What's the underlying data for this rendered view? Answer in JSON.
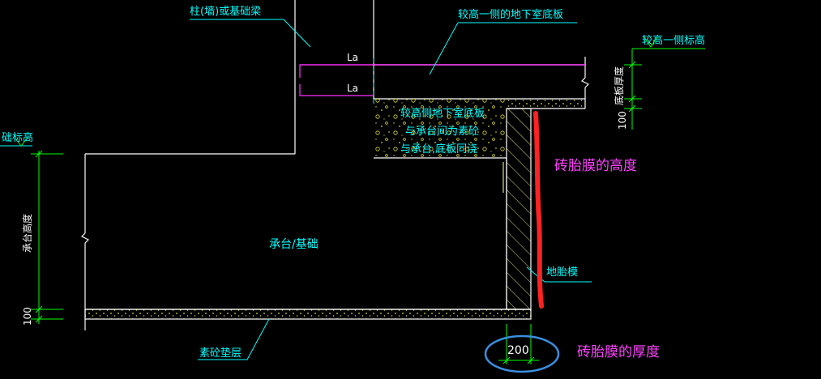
{
  "colors": {
    "background": "#000000",
    "structure": "#ffffff",
    "annotation": "#00ffff",
    "dimension": "#00ff00",
    "la_line": "#ff33ff",
    "red_mark": "#ff2222",
    "magenta_note": "#ff44ff",
    "ellipse": "#3a8fe0",
    "fill_dots": "#dddd33",
    "hatch": "#dddd77"
  },
  "labels": {
    "column_beam": "柱(墙)或基础梁",
    "higher_slab": "较高一侧的地下室底板",
    "higher_elevation": "较高一侧标高",
    "slab_thickness": "底板厚度",
    "dim_100_top": "100",
    "base_elevation": "础标高",
    "cap_height": "承台高度",
    "dim_100_bottom": "100",
    "cap_foundation": "承台/基础",
    "plain_concrete": "素砼垫层",
    "fill_line1": "较高侧地下室底板",
    "fill_line2": "与承台间为素砼",
    "fill_line3": "与承台,底板同浇",
    "brick_membrane": "地胎模",
    "la_top": "La",
    "la_bottom": "La",
    "dim_200": "200"
  },
  "notes": {
    "membrane_height": "砖胎膜的高度",
    "membrane_thickness": "砖胎膜的厚度"
  }
}
